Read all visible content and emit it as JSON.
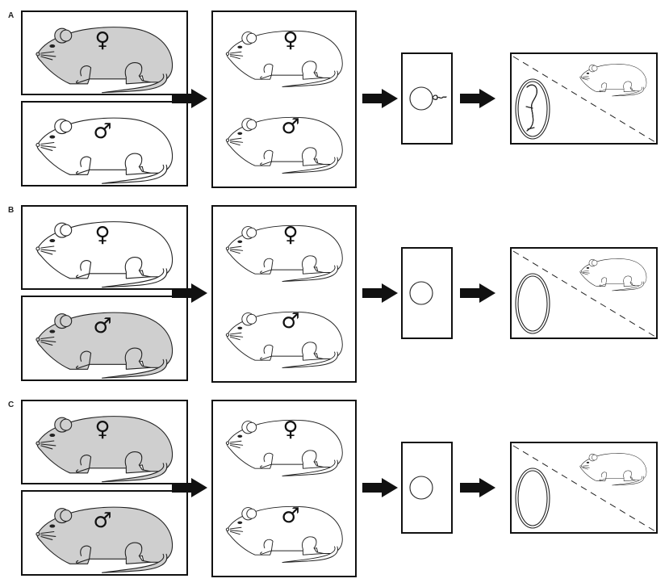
{
  "figure": {
    "panels": [
      {
        "label": "A",
        "female_donor_shaded": true,
        "male_donor_shaded": false
      },
      {
        "label": "B",
        "female_donor_shaded": false,
        "male_donor_shaded": true
      },
      {
        "label": "C",
        "female_donor_shaded": true,
        "male_donor_shaded": true
      }
    ],
    "female_symbol": "♀",
    "male_symbol": "♂",
    "colors": {
      "shaded": "#cfcfcf",
      "unshaded": "#ffffff",
      "line": "#111111"
    }
  }
}
